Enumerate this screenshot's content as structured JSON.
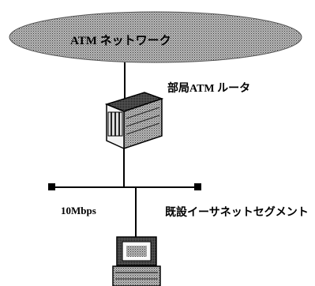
{
  "diagram": {
    "network_label": "ATM ネットワーク",
    "router_label": "部局ATM ルータ",
    "speed_label": "10Mbps",
    "segment_label": "既設イーサネットセグメント"
  },
  "icons": {
    "network_cloud": "ellipse-cloud-icon",
    "router": "router-icon",
    "terminal": "workstation-icon",
    "endpoints": "square-node-icon"
  }
}
